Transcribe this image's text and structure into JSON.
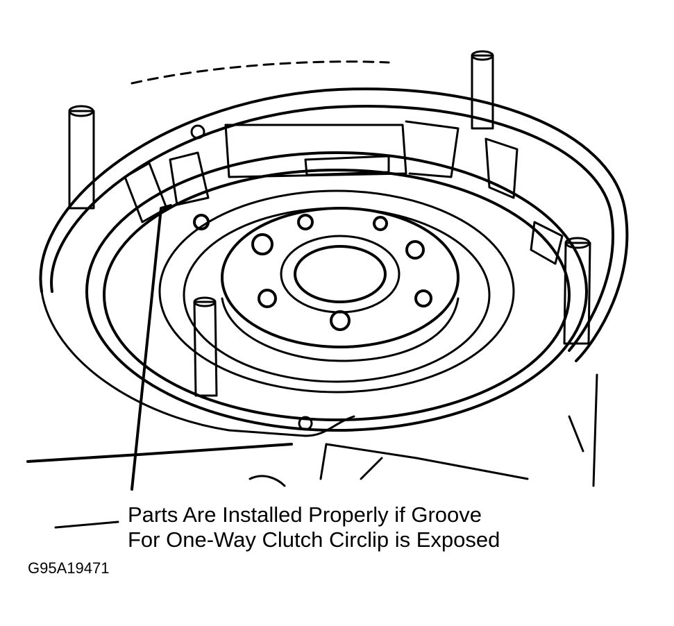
{
  "figure": {
    "caption_line1": "Parts Are Installed Properly if Groove",
    "caption_line2": "For One-Way Clutch Circlip is Exposed",
    "figure_id": "G95A19471"
  },
  "colors": {
    "ink": "#000000",
    "paper": "#ffffff"
  }
}
